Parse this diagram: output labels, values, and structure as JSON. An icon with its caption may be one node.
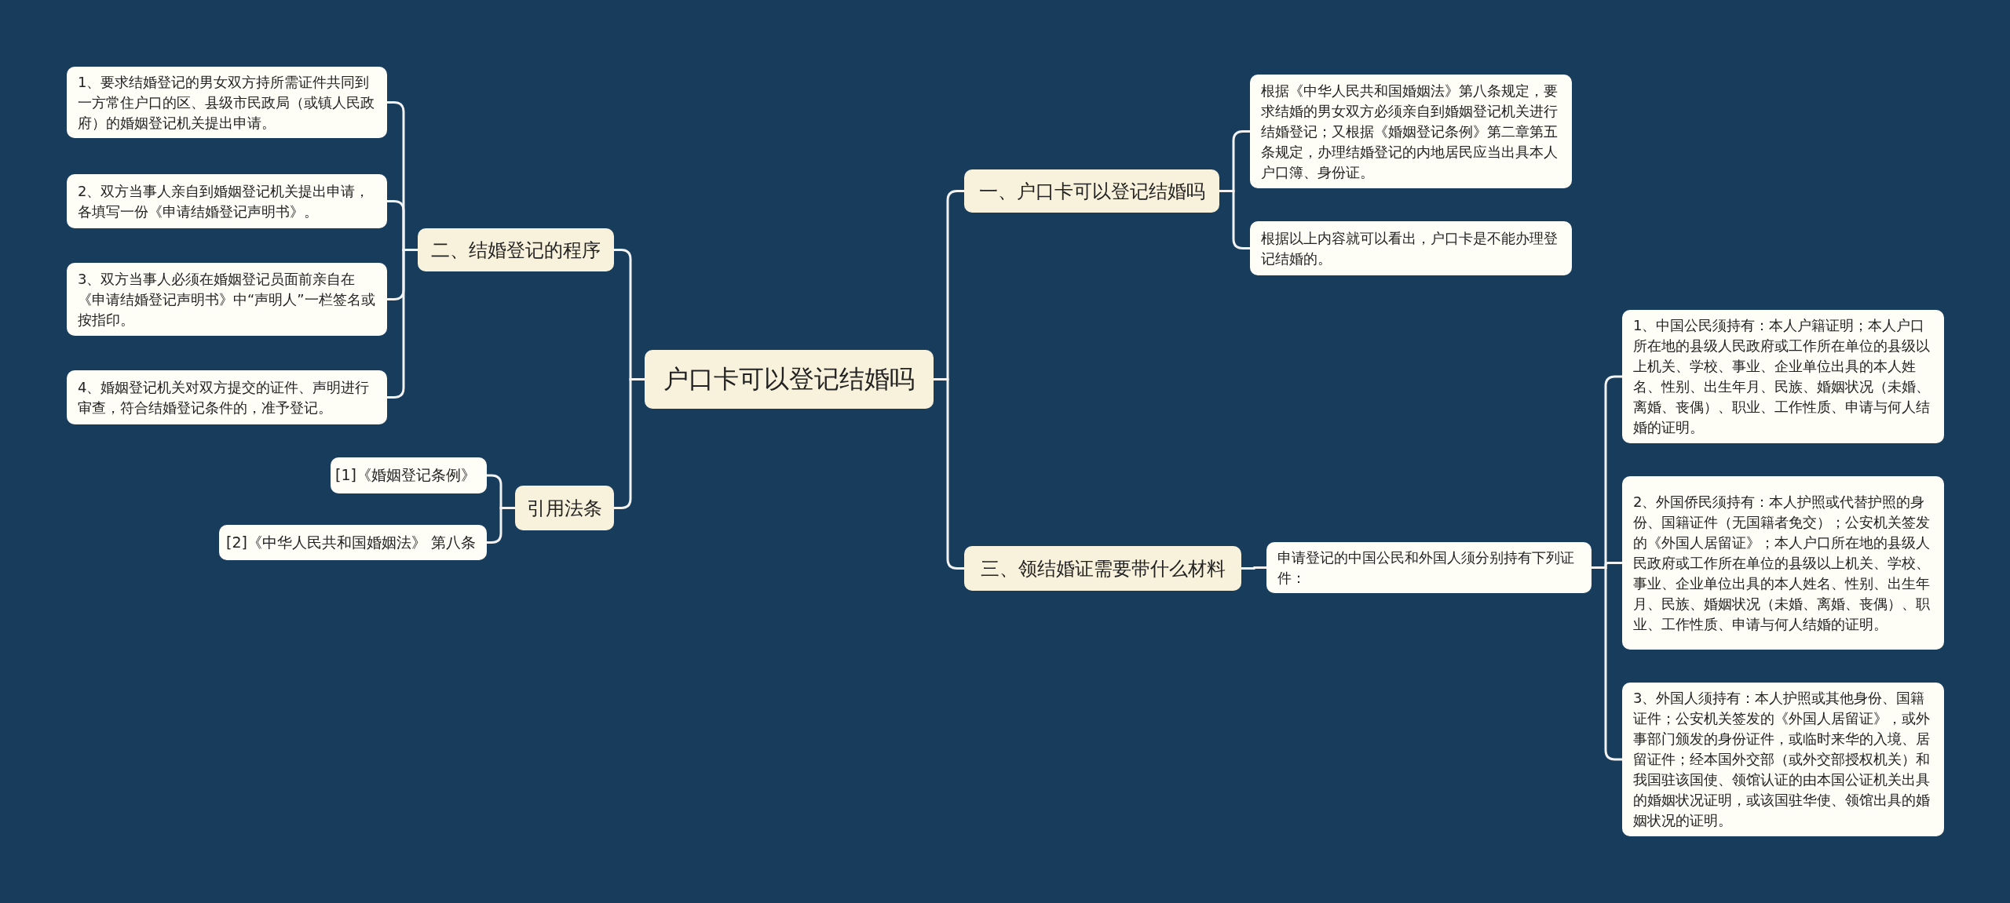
{
  "diagram": {
    "nodes": [
      {
        "text": [
          "户口卡可以登记结婚吗"
        ]
      },
      {
        "text": [
          "二、结婚登记的程序"
        ]
      },
      {
        "text": [
          "1、要求结婚登记的男女双方持所需证件共同到一方常住户口的区、县级市民政局（或镇人民政府）的婚姻登记机关提出申请。"
        ]
      },
      {
        "text": [
          "2、双方当事人亲自到婚姻登记机关提出申请，各填写一份《申请结婚登记声明书》。"
        ]
      },
      {
        "text": [
          "3、双方当事人必须在婚姻登记员面前亲自在《申请结婚登记声明书》中“声明人”一栏签名或按指印。"
        ]
      },
      {
        "text": [
          "4、婚姻登记机关对双方提交的证件、声明进行审查，符合结婚登记条件的，准予登记。"
        ]
      },
      {
        "text": [
          "引用法条"
        ]
      },
      {
        "text": [
          "[1]《婚姻登记条例》"
        ]
      },
      {
        "text": [
          "[2]《中华人民共和国婚姻法》 第八条"
        ]
      },
      {
        "text": [
          "一、户口卡可以登记结婚吗"
        ]
      },
      {
        "text": [
          "根据《中华人民共和国婚姻法》第八条规定，要求结婚的男女双方必须亲自到婚姻登记机关进行结婚登记；又根据《婚姻登记条例》第二章第五条规定，办理结婚登记的内地居民应当出具本人户口簿、身份证。"
        ]
      },
      {
        "text": [
          "根据以上内容就可以看出，户口卡是不能办理登记结婚的。"
        ]
      },
      {
        "text": [
          "三、领结婚证需要带什么材料"
        ]
      },
      {
        "text": [
          "申请登记的中国公民和外国人须分别持有下列证件："
        ]
      },
      {
        "text": [
          "1、中国公民须持有：本人户籍证明；本人户口所在地的县级人民政府或工作所在单位的县级以上机关、学校、事业、企业单位出具的本人姓名、性别、出生年月、民族、婚姻状况（未婚、离婚、丧偶）、职业、工作性质、申请与何人结婚的证明。"
        ]
      },
      {
        "text": [
          "2、外国侨民须持有：本人护照或代替护照的身份、国籍证件（无国籍者免交）；公安机关签发的《外国人居留证》；本人户口所在地的县级人民政府或工作所在单位的县级以上机关、学校、事业、企业单位出具的本人姓名、性别、出生年月、民族、婚姻状况（未婚、离婚、丧偶）、职业、工作性质、申请与何人结婚的证明。"
        ]
      },
      {
        "text": [
          "3、外国人须持有：本人护照或其他身份、国籍证件；公安机关签发的《外国人居留证》，或外事部门颁发的身份证件，或临时来华的入境、居留证件；经本国外交部（或外交部授权机关）和我国驻该国使、领馆认证的由本国公证机关出具的婚姻状况证明，或该国驻华使、领馆出具的婚姻状况的证明。"
        ]
      }
    ],
    "edges": [
      {
        "from": 0,
        "to": 1,
        "arrow": "none"
      },
      {
        "from": 1,
        "to": 2,
        "arrow": "none"
      },
      {
        "from": 1,
        "to": 3,
        "arrow": "none"
      },
      {
        "from": 1,
        "to": 4,
        "arrow": "none"
      },
      {
        "from": 1,
        "to": 5,
        "arrow": "none"
      },
      {
        "from": 0,
        "to": 6,
        "arrow": "none"
      },
      {
        "from": 6,
        "to": 7,
        "arrow": "none"
      },
      {
        "from": 6,
        "to": 8,
        "arrow": "none"
      },
      {
        "from": 0,
        "to": 9,
        "arrow": "none"
      },
      {
        "from": 9,
        "to": 10,
        "arrow": "none"
      },
      {
        "from": 9,
        "to": 11,
        "arrow": "none"
      },
      {
        "from": 0,
        "to": 12,
        "arrow": "none"
      },
      {
        "from": 12,
        "to": 13,
        "arrow": "none"
      },
      {
        "from": 13,
        "to": 14,
        "arrow": "none"
      },
      {
        "from": 13,
        "to": 15,
        "arrow": "none"
      },
      {
        "from": 13,
        "to": 16,
        "arrow": "none"
      }
    ]
  }
}
